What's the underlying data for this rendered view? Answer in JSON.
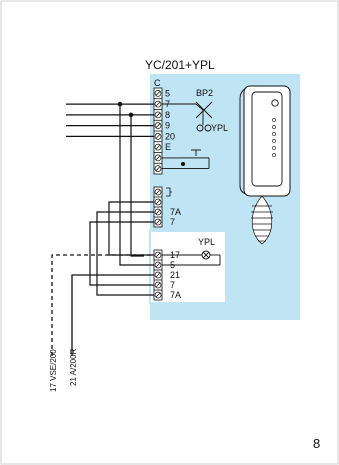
{
  "title": "YC/201+YPL",
  "page_number": "8",
  "colors": {
    "panel": "#bfe4f3",
    "line": "#111111",
    "background": "#ffffff",
    "frame": "#cfcfcf"
  },
  "terminal_block_top": {
    "terminals": [
      "C",
      "5",
      "7",
      "8",
      "9",
      "20",
      "E",
      ""
    ]
  },
  "terminal_block_mid": {
    "terminals": [
      "",
      "",
      "7A",
      "7"
    ]
  },
  "terminal_block_ypl": {
    "terminals": [
      "17",
      "5",
      "21",
      "7",
      "7A"
    ]
  },
  "jumper_label": "BP2",
  "ypl_labels": [
    "YPL",
    "YPL"
  ],
  "external_labels": [
    "17 VSE/200",
    "21 A/200R"
  ],
  "icons": [
    "scissors-icon",
    "push-button-icon",
    "lamp-icon",
    "handset-icon",
    "spiral-cord-icon",
    "bell-icon"
  ]
}
